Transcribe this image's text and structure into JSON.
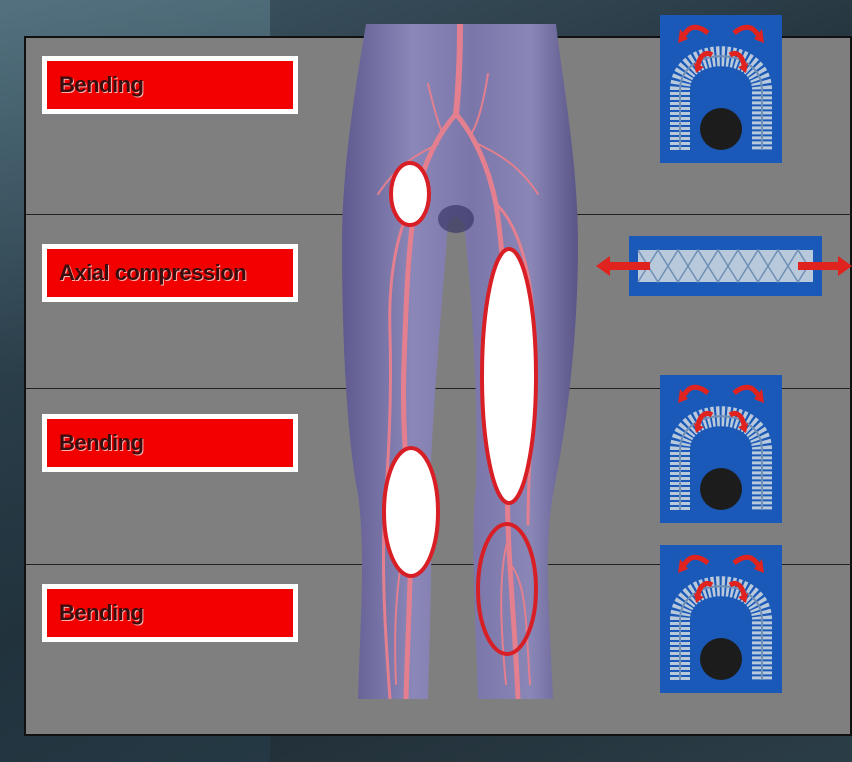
{
  "rows": [
    {
      "label": "Bending",
      "load": "bending"
    },
    {
      "label": "Axial compression",
      "load": "axial-compression"
    },
    {
      "label": "Bending",
      "load": "bending"
    },
    {
      "label": "Bending",
      "load": "bending"
    }
  ],
  "colors": {
    "label_fill": "#f20000",
    "panel": "#7f7f7f",
    "artery": "#e37f8e",
    "marker": "#d81f26",
    "stent_bg": "#1a59b8"
  },
  "icons": [
    "leg-arteries-illustration",
    "stent-bending-icon",
    "stent-axial-compression-icon",
    "arrow-icon"
  ]
}
